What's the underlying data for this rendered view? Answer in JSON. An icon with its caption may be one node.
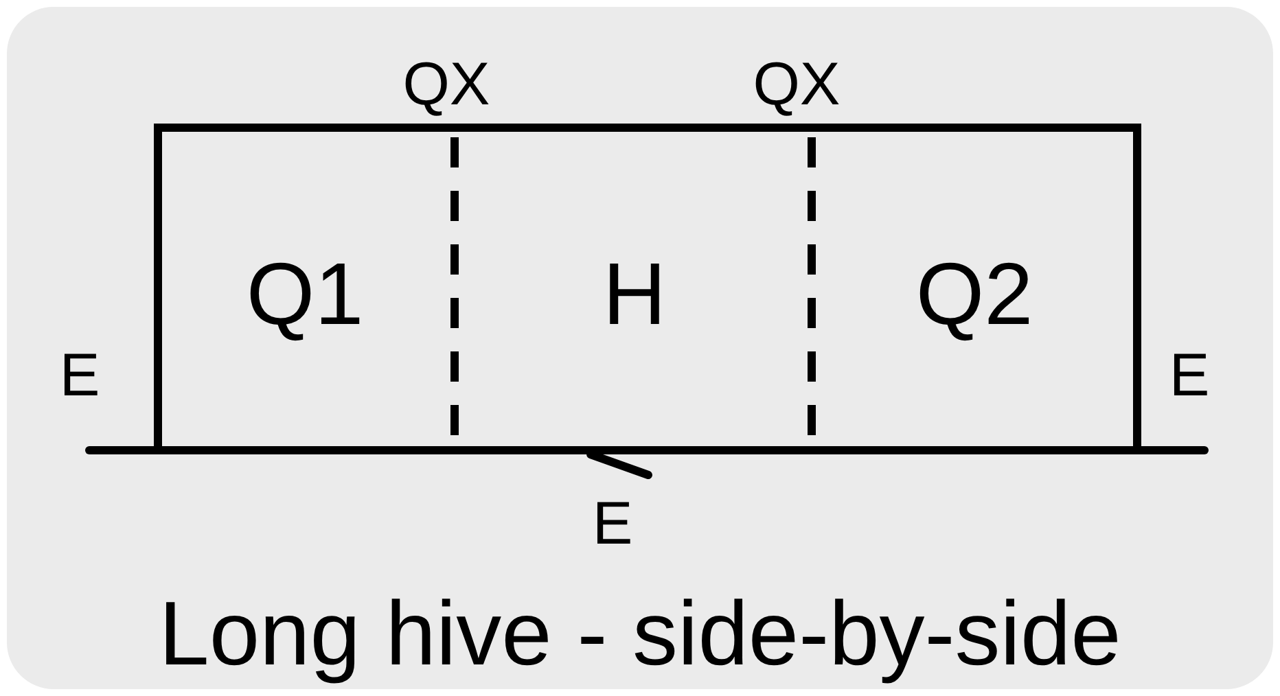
{
  "diagram": {
    "caption": "Long hive - side-by-side",
    "nodes": [
      {
        "text": [],
        "shape": "box"
      },
      {
        "text": [
          "Q1"
        ],
        "in": 0
      },
      {
        "text": [
          "H"
        ],
        "in": 0
      },
      {
        "text": [
          "Q2"
        ],
        "in": 0
      }
    ],
    "labels": [
      "QX",
      "QX",
      "E",
      "E",
      "E"
    ]
  }
}
